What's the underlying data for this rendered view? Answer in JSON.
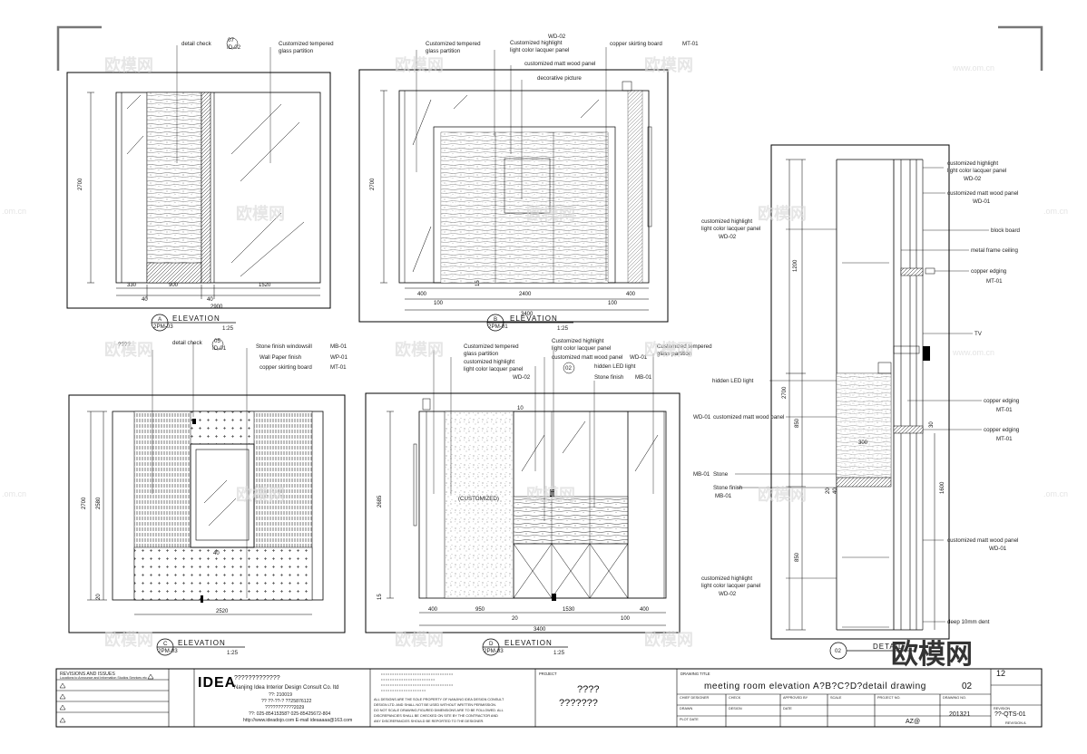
{
  "watermark": {
    "text": "欧模网",
    "site": ".om.cn",
    "site_full": "www.om.cn"
  },
  "views": {
    "a": {
      "notes": [
        "detail check",
        "Customized tempered",
        "glass partition"
      ],
      "ref_top": "07",
      "ref_bottom": "ID-02",
      "dim_height": "2700",
      "dims": [
        "330",
        "900",
        "1520",
        "40",
        "40",
        "2900"
      ],
      "id_top": "A",
      "id_bottom": "2PM-03",
      "title": "ELEVATION",
      "scale": "1:25"
    },
    "b": {
      "notes": [
        "Customized tempered",
        "glass partition",
        "Customized highlight",
        "light color lacquer panel",
        "copper skirting board",
        "customized matt wood panel",
        "decorative picture"
      ],
      "tags": [
        "WD-02",
        "MT-01"
      ],
      "dim_height": "2700",
      "dims": [
        "400",
        "2400",
        "400",
        "100",
        "100",
        "3400",
        "15"
      ],
      "id_top": "B",
      "id_bottom": "2PM-01",
      "title": "ELEVATION",
      "scale": "1:25"
    },
    "c": {
      "notes": [
        "????",
        "detail check",
        "Stone finish windowsill",
        "Wall Paper finish",
        "copper skirting board"
      ],
      "ref_top": "05",
      "ref_bottom": "ID-01",
      "tags": [
        "MB-01",
        "WP-01",
        "MT-01"
      ],
      "dims_v": [
        "2700",
        "2580",
        "20"
      ],
      "dims": [
        "2520",
        "40"
      ],
      "id_top": "C",
      "id_bottom": "2PM-03",
      "title": "ELEVATION",
      "scale": "1:25"
    },
    "d": {
      "notes": [
        "Customized tempered",
        "glass partition",
        "customized highlight",
        "light color lacquer panel",
        "Customized highlight",
        "light color lacquer panel",
        "customized matt wood panel",
        "hidden LED light",
        "Stone finish",
        "Customized tempered",
        "glass partition",
        "(CUSTOMIZED)"
      ],
      "tags": [
        "WD-02",
        "WD-01",
        "MB-01"
      ],
      "ref": "02",
      "dims_v": [
        "2685",
        "15"
      ],
      "dims": [
        "400",
        "950",
        "1530",
        "400",
        "20",
        "100",
        "3400",
        "10"
      ],
      "id_top": "D",
      "id_bottom": "2PM-03",
      "title": "ELEVATION",
      "scale": "1:25"
    },
    "detail": {
      "notes_right": [
        "customized highlight",
        "light color lacquer panel",
        "customized matt wood panel",
        "block board",
        "metal frame ceiling",
        "copper edging",
        "TV",
        "copper edging",
        "copper edging",
        "customized matt wood panel",
        "deep 10mm dent"
      ],
      "tags_right": [
        "WD-02",
        "WD-01",
        "MT-01",
        "MT-01",
        "MT-01",
        "WD-01"
      ],
      "notes_left": [
        "customized highlight",
        "light color lacquer panel",
        "hidden LED light",
        "customized matt wood panel",
        "Stone",
        "Stone finish",
        "customized highlight",
        "light color lacquer panel"
      ],
      "tags_left": [
        "WD-02",
        "WD-01",
        "MB-01",
        "MB-01",
        "WD-02"
      ],
      "dims": [
        "1200",
        "2700",
        "850",
        "1600",
        "850",
        "300",
        "20",
        "40",
        "30"
      ],
      "id": "02",
      "title": "DETAIL"
    }
  },
  "title_block": {
    "revisions": "REVISIONS AND ISSUES",
    "revisions_note": "Locations to Announce and Information Studios Services etc",
    "logo": "IDEA",
    "company_cn": "?????????????",
    "company_en": "Nanjing Idea Interior Design Consult Co.   ltd",
    "contact": [
      "??: 210019",
      "??  ??-??-?  ??25876122",
      "???????????2029",
      "??: 025-85415358?   025-85425672-804",
      "http://www.ideadojo.com   E-mail  ideaaaaa@163.com"
    ],
    "disclaimer": [
      "ALL DESIGNS ARE THE SOLE PROPERTY OF NANJING IDEA DESIGN CONSULT",
      "DESIGN LTD. AND SHALL NOT BE USED WITHOUT WRITTEN PERMISSION.",
      "DO NOT SCALE DRAWING,FIGURED DIMENSIONS ARE TO BE FOLLOWED. ALL",
      "DISCREPANCIES SHALL BE CHECKED ON SITE BY THE CONTRACTOR AND",
      "ANY DISCREPANCIES SHOULD BE REPORTED TO THE DESIGNER."
    ],
    "project_label": "PROJECT",
    "project_cn_1": "????",
    "project_cn_2": "???????",
    "drawing_title_label": "DRAWING TITLE",
    "drawing_title": "meeting room elevation  A?B?C?D?detail drawing",
    "sheet_no": "02",
    "sheet_total": "12",
    "labels": [
      "CHIEF DESIGNER",
      "CHECK",
      "APPROVED BY",
      "SCALE",
      "PROJECT NO.",
      "DRAWN",
      "DESIGN",
      "DATE",
      "DRAWING NO.",
      "PLOT DATE",
      "REVISION"
    ],
    "scale_val": "AZ@",
    "project_no": "201321",
    "drawing_no": "??-QTS-01",
    "revision_val": "REVISION  A"
  }
}
